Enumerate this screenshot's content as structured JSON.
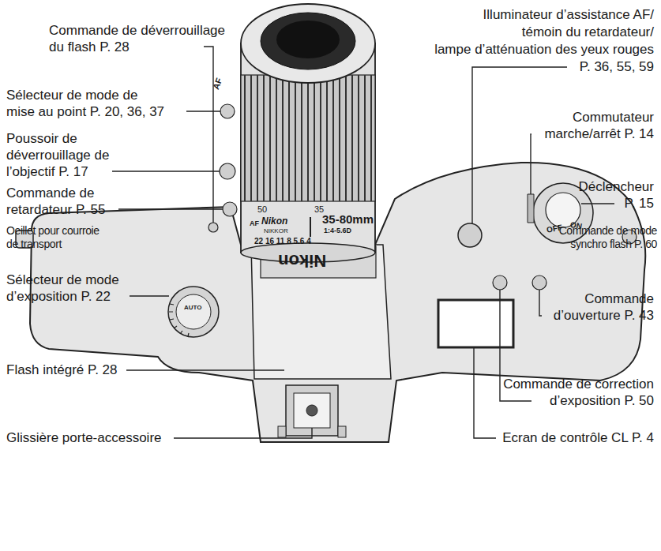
{
  "diagram": {
    "labels": [
      "Commande de déverrouillage du flash P. 28",
      "Sélecteur de mode de mise au point P. 20, 36, 37",
      "Poussoir de déverrouillage de l’objectif P. 17",
      "Commande de retardateur P. 55",
      "Oeillet pour courroie de transport",
      "Sélecteur de mode d’exposition P. 22",
      "Flash intégré P. 28",
      "Glissière porte-accessoire",
      "Illuminateur d’assistance AF/ témoin du retardateur/ lampe d’atténuation des yeux rouges P. 36, 55, 59",
      "Commutateur marche/arrêt P. 14",
      "Déclencheur P. 15",
      "Commande de mode synchro flash P. 60",
      "Commande d’ouverture P. 43",
      "Commande de correction d’exposition P. 50",
      "Ecran de contrôle CL P. 4",
      "AF",
      "AF",
      "Nikon",
      "NIKKOR",
      "50",
      "35",
      "35-80mm",
      "1:4-5.6D",
      "22 16 11 8 5.6 4",
      "Nikon",
      "OFF",
      "ON",
      "AUTO"
    ]
  }
}
